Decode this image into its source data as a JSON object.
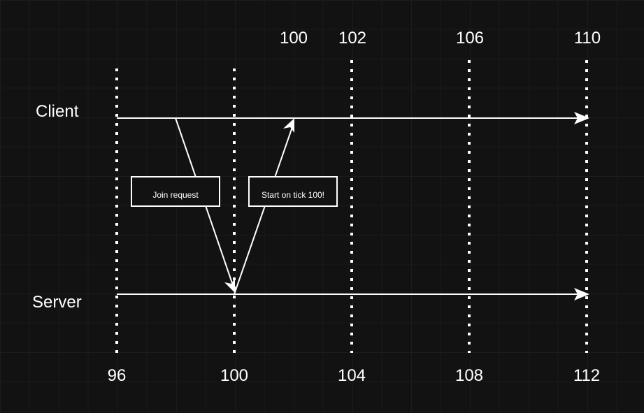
{
  "colors": {
    "background": "#121212",
    "grid": "#252525",
    "foreground": "#ffffff"
  },
  "lanes": {
    "client": "Client",
    "server": "Server"
  },
  "client_ticks": [
    "100",
    "102",
    "106",
    "110"
  ],
  "server_ticks": [
    "96",
    "100",
    "104",
    "108",
    "112"
  ],
  "messages": {
    "join_request": "Join request",
    "start": "Start on tick 100!"
  }
}
